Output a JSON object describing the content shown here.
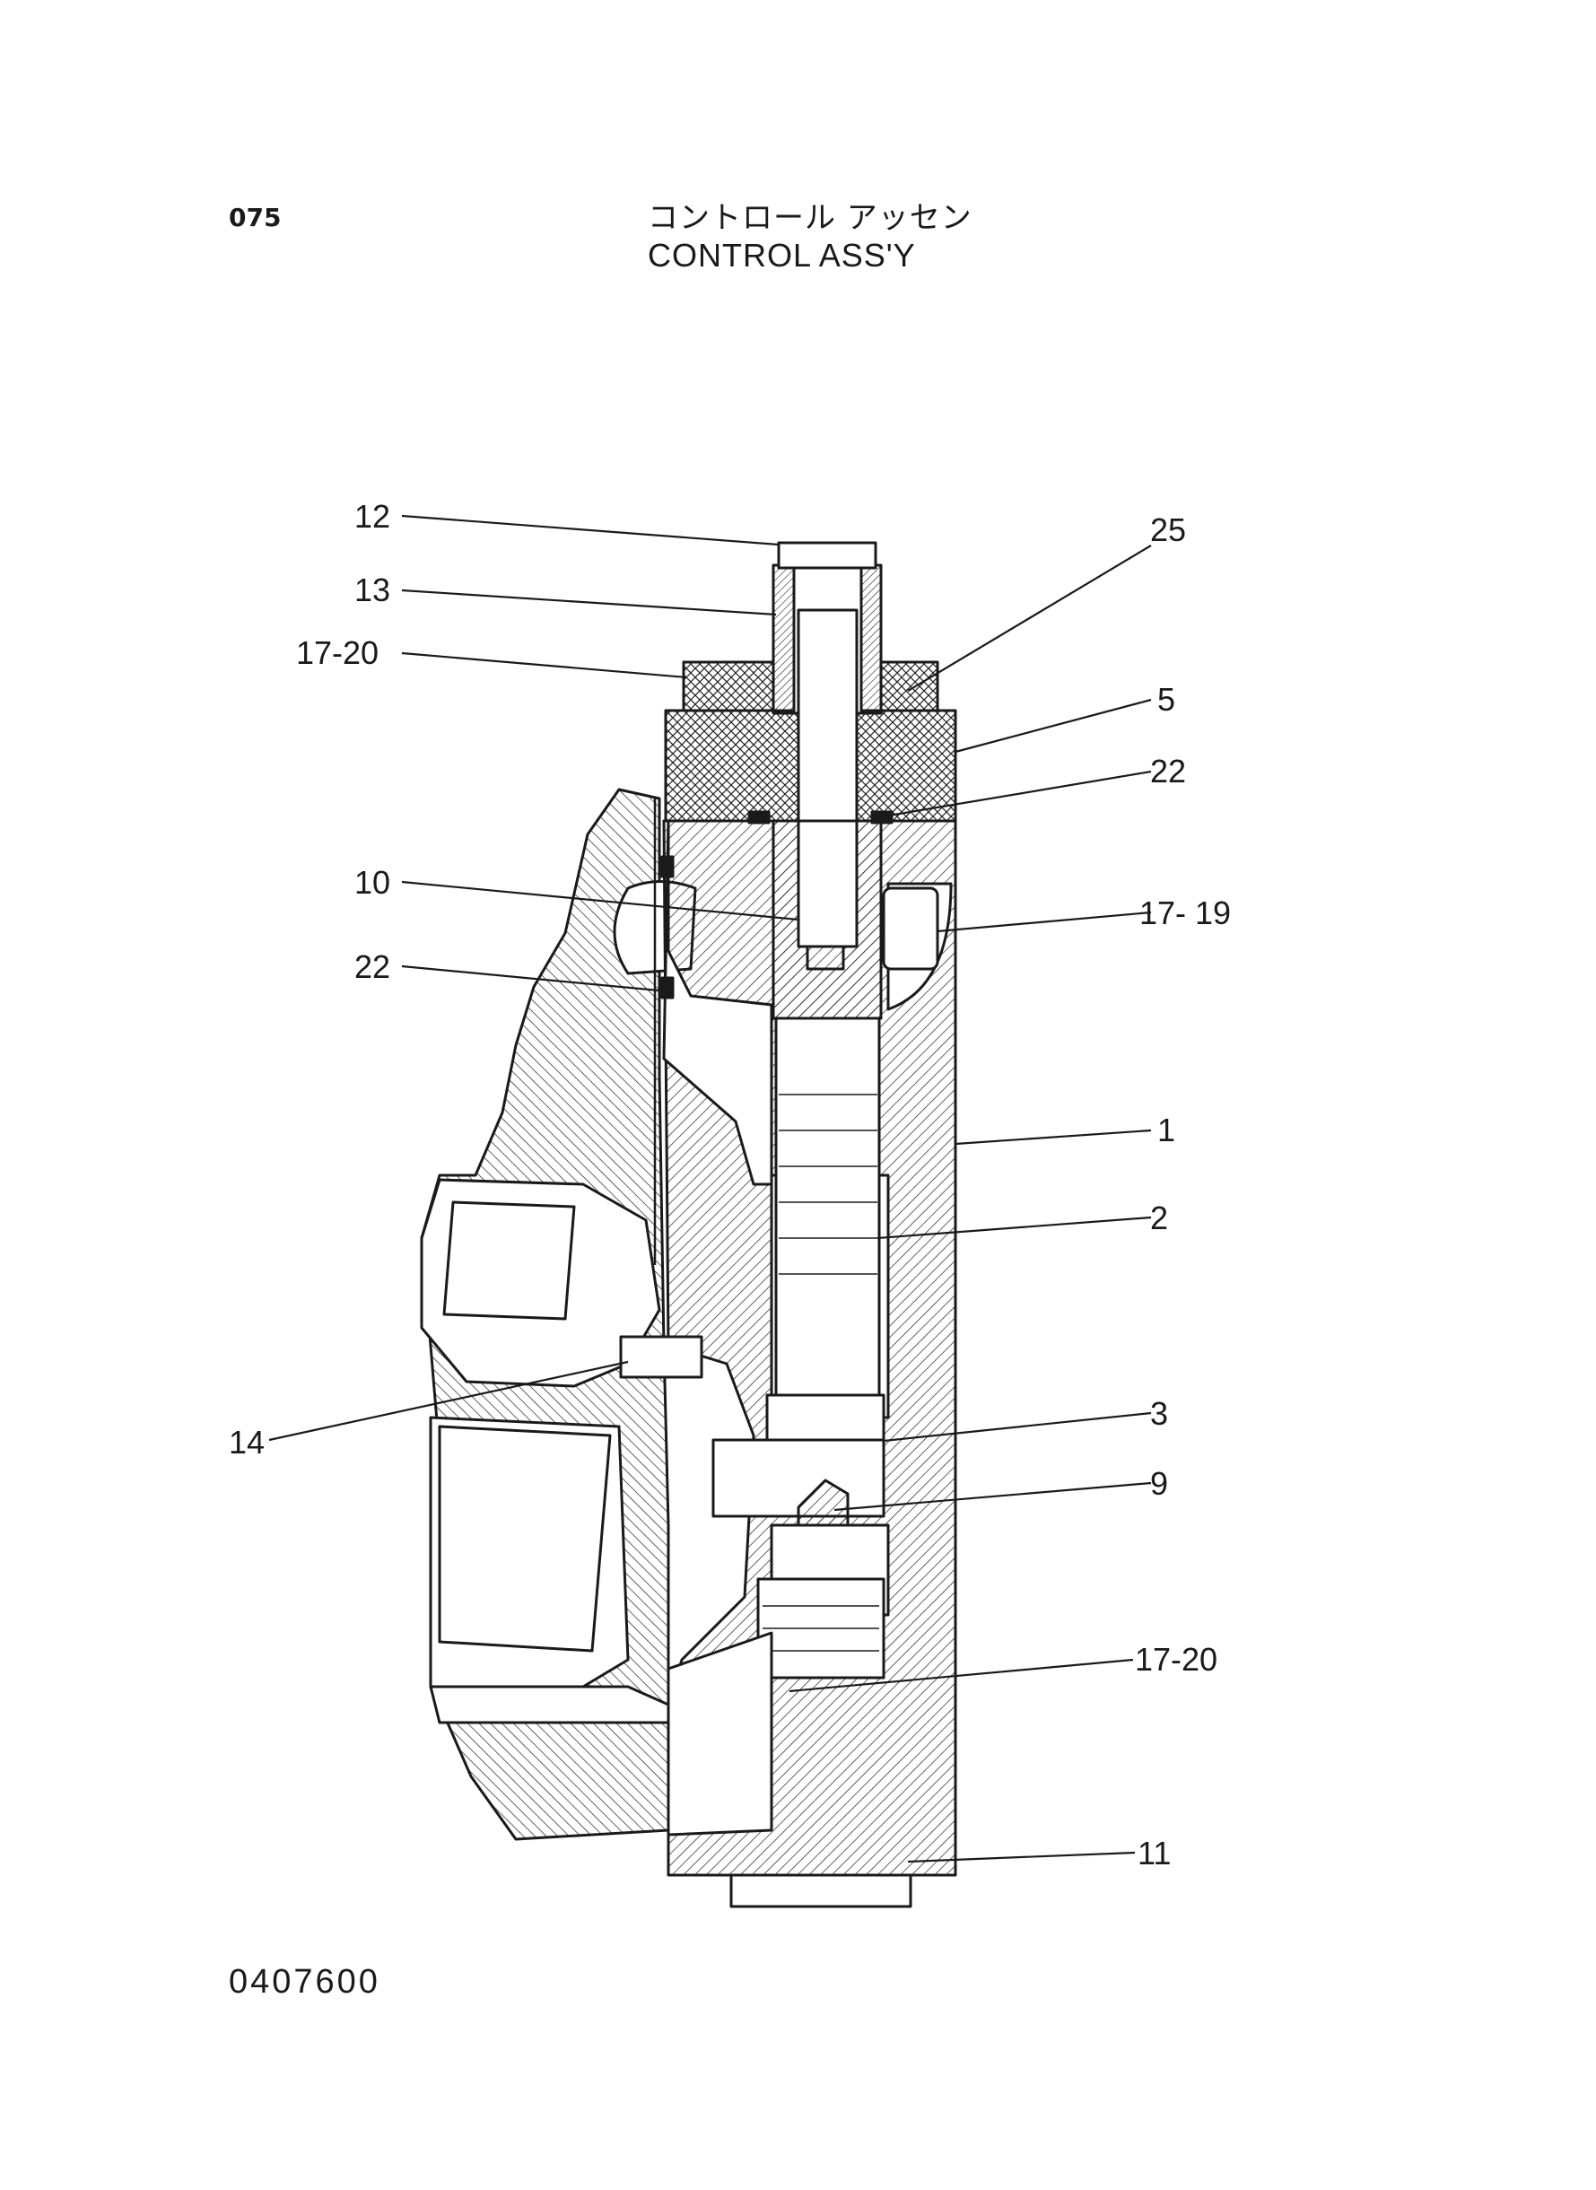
{
  "page_number": "075",
  "title_jp": "コントロール アッセン",
  "title_en": "CONTROL ASS'Y",
  "drawing_number": "0407600",
  "callouts": [
    "12",
    "13",
    "17-20",
    "25",
    "5",
    "22",
    "10",
    "17- 19",
    "22",
    "1",
    "2",
    "14",
    "3",
    "9",
    "17-20",
    "11"
  ]
}
